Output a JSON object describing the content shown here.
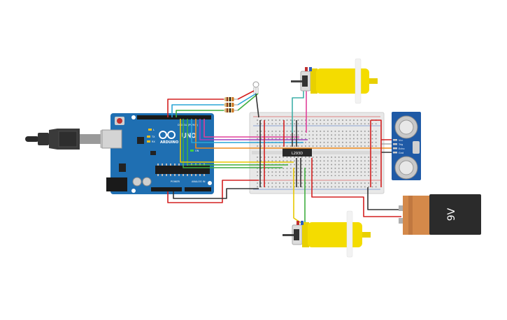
{
  "arduino": {
    "brand": "ARDUINO",
    "model": "UNO",
    "digital_header": "DIGITAL (PWM~)",
    "power_label": "POWER",
    "analog_label": "ANALOG IN",
    "tx_label": "TX",
    "rx_label": "RX",
    "led_l": "L",
    "on_label": "ON"
  },
  "driver_ic": {
    "label": "L293D"
  },
  "battery": {
    "label": "9V"
  },
  "sensor": {
    "pins": [
      "Vcc",
      "Trig",
      "Echo",
      "Gnd"
    ]
  },
  "colors": {
    "arduino": "#1f6fb2",
    "breadboard": "#e8e8e8",
    "motor": "#f4dc00",
    "battery_body": "#2b2b2b",
    "battery_cap": "#d4894a",
    "wire_red": "#d42020",
    "wire_black": "#333333",
    "wire_green": "#3fae3f",
    "wire_orange": "#f08a1a",
    "wire_yellow": "#e8c800",
    "wire_blue": "#2aa6d6",
    "wire_purple": "#a040c0",
    "wire_pink": "#e0409a"
  }
}
